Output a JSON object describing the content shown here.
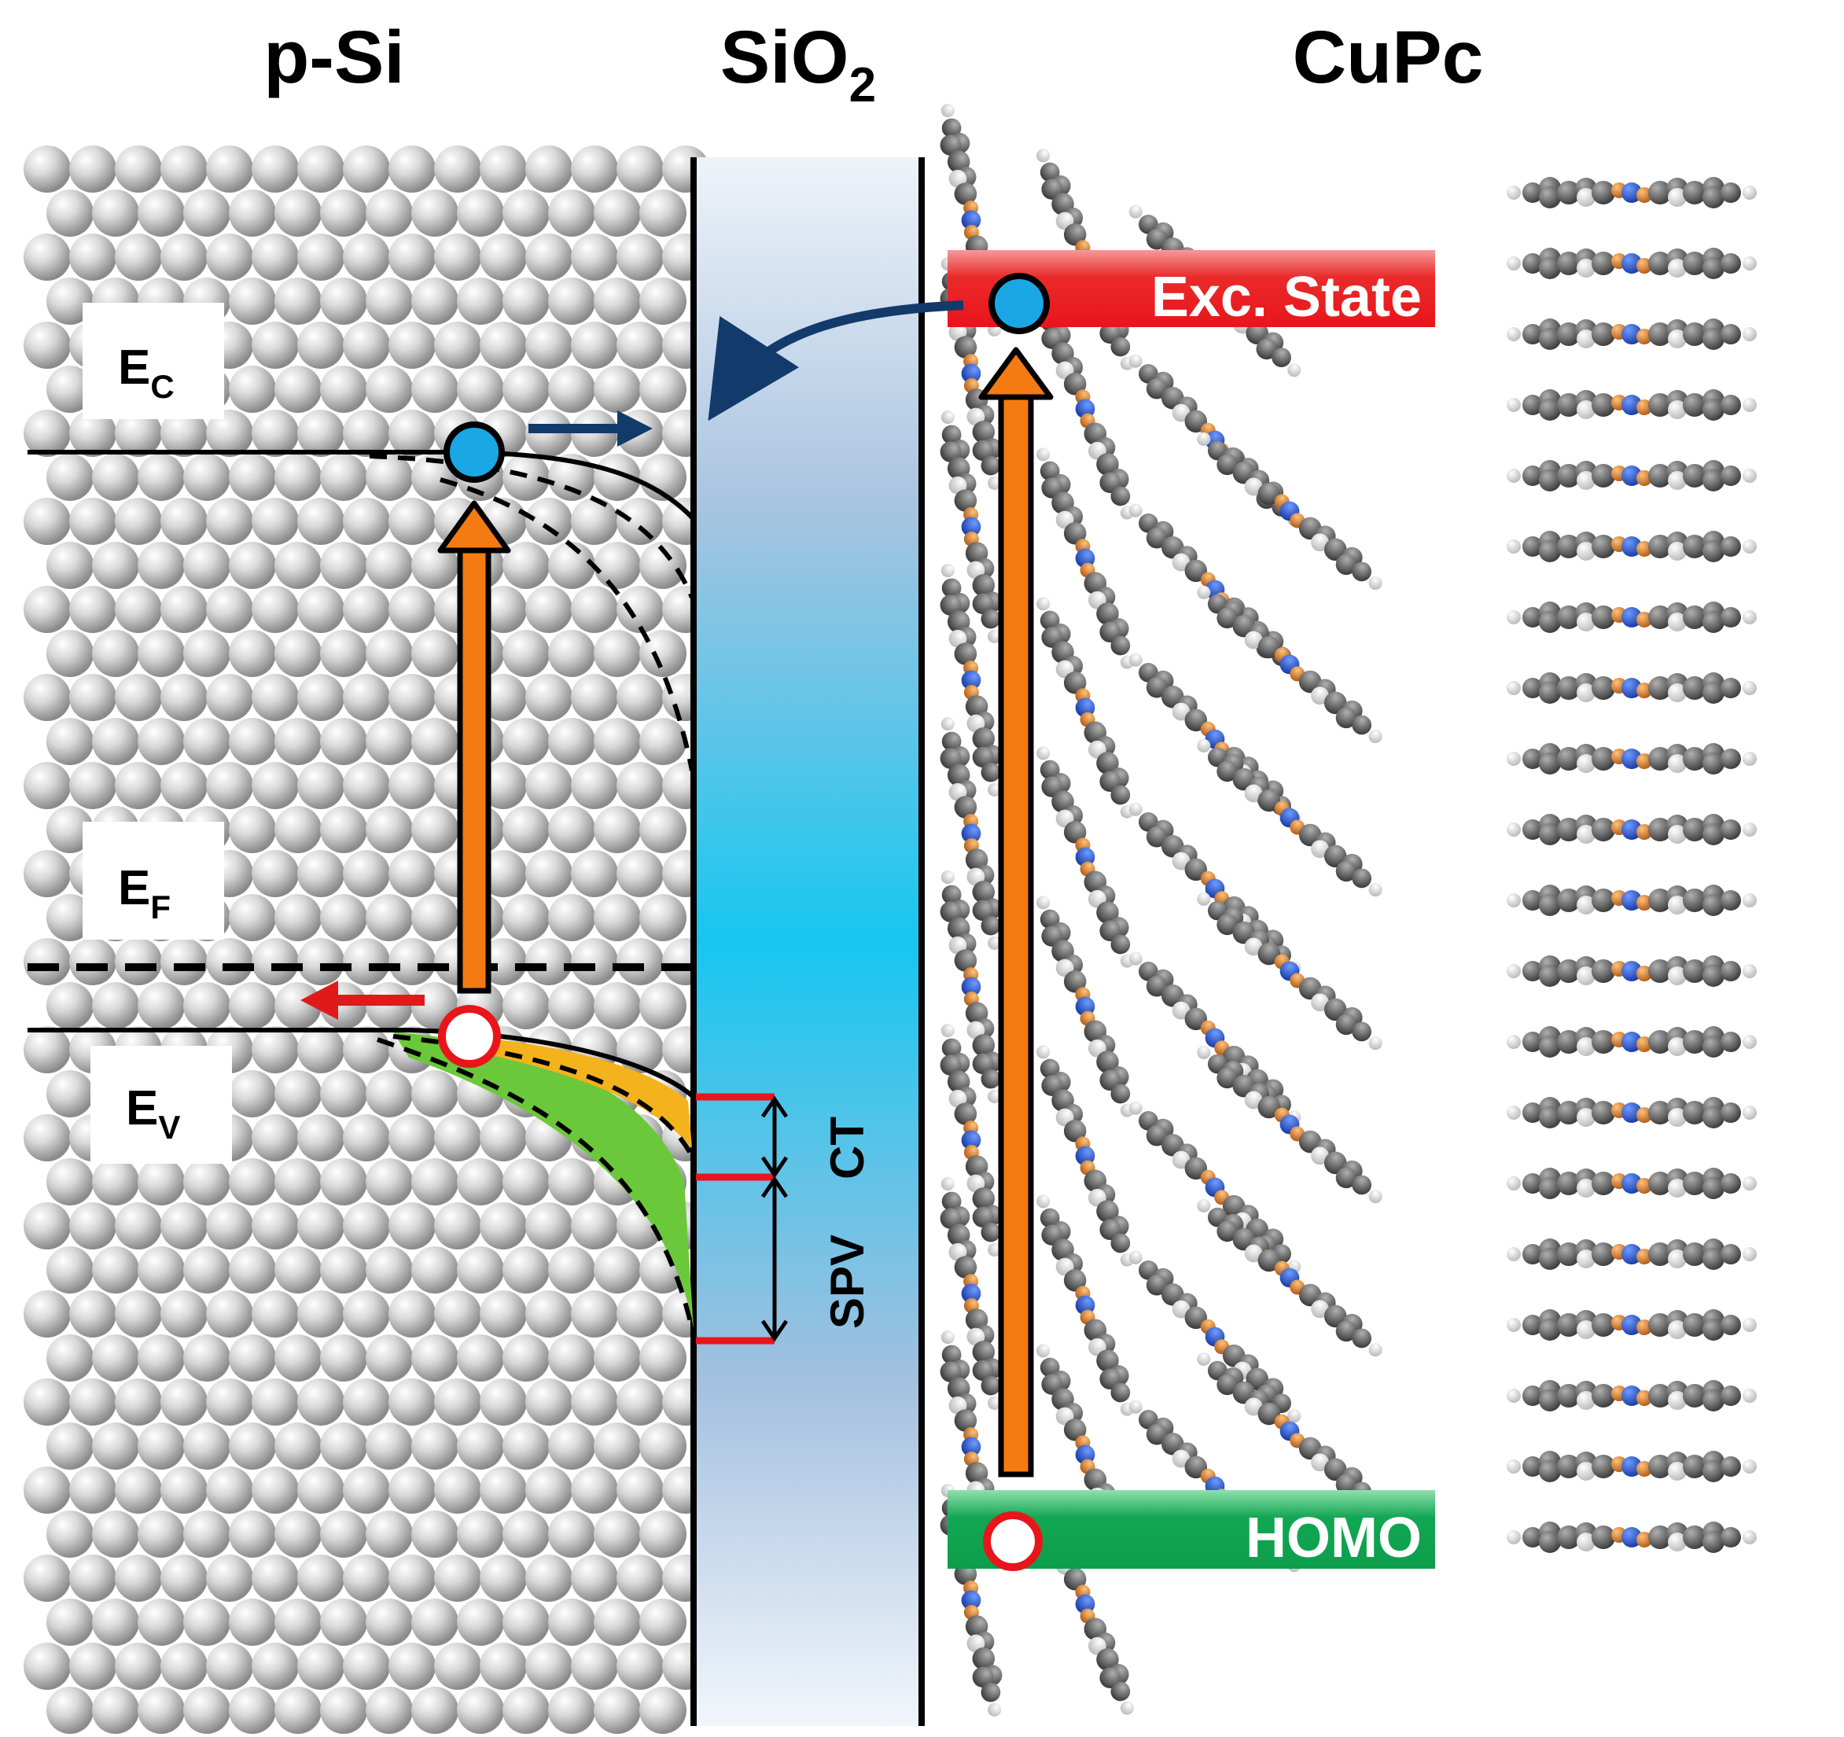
{
  "headers": {
    "psi": "p-Si",
    "sio2_base": "SiO",
    "sio2_sub": "2",
    "cupc": "CuPc"
  },
  "band_labels": {
    "ec_main": "E",
    "ec_sub": "C",
    "ef_main": "E",
    "ef_sub": "F",
    "ev_main": "E",
    "ev_sub": "V"
  },
  "levels": {
    "excited_state": "Exc. State",
    "homo": "HOMO"
  },
  "measurements": {
    "spv": "SPV",
    "ct": "CT"
  },
  "colors": {
    "electron": "#1ba7e6",
    "hole_outline": "#e8151b",
    "excitation_arrow": "#f47a12",
    "spv_region": "#6cc83b",
    "ct_region": "#f4b21d",
    "exc_band": "#e8151b",
    "homo_band": "#0d9e4b",
    "electron_arrow": "#123a6b",
    "hole_arrow": "#e01a1a",
    "oxide_core": "#17c5ef",
    "si_atom": "#d5d5d5",
    "molecule_carbon": "#555555",
    "molecule_n": "#1b4fc4",
    "molecule_cu": "#d07a2a"
  }
}
